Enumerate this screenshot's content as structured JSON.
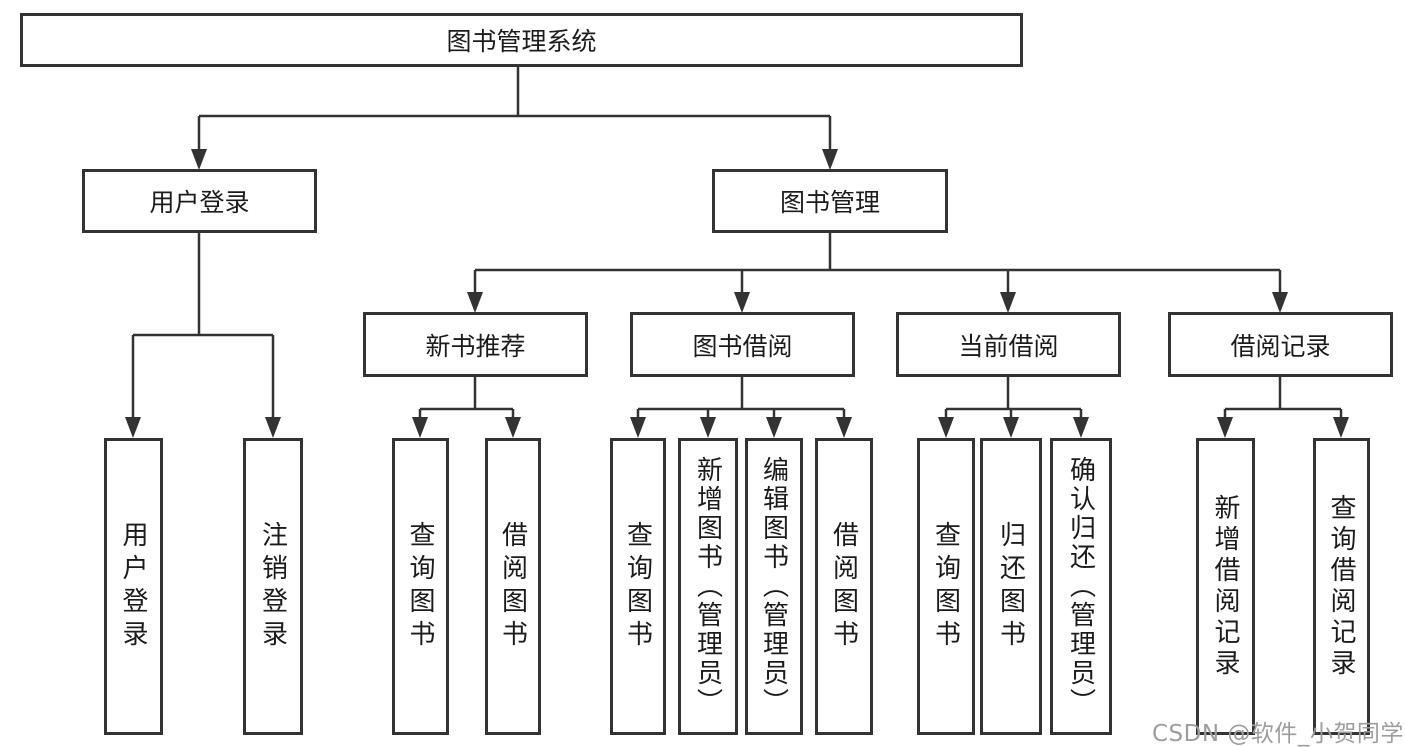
{
  "diagram_type": "tree-diagram",
  "colors": {
    "line": "#333333",
    "box_border": "#333333",
    "box_fill": "#ffffff",
    "text": "#1c1c1c",
    "watermark": "#9e9e9e"
  },
  "nodes": {
    "root": {
      "label": "图书管理系统"
    },
    "user_login": {
      "label": "用户登录"
    },
    "book_mgmt": {
      "label": "图书管理"
    },
    "new_book_rec": {
      "label": "新书推荐"
    },
    "book_borrow": {
      "label": "图书借阅"
    },
    "current_borrow": {
      "label": "当前借阅"
    },
    "borrow_record": {
      "label": "借阅记录"
    },
    "login_user": {
      "label": "用户登录"
    },
    "login_logout": {
      "label": "注销登录"
    },
    "rec_query_book": {
      "label": "查询图书"
    },
    "rec_borrow_book": {
      "label": "借阅图书"
    },
    "bb_query_book": {
      "label": "查询图书"
    },
    "bb_add_book": {
      "label": "新增图书（管理员）"
    },
    "bb_edit_book": {
      "label": "编辑图书（管理员）"
    },
    "bb_borrow_book": {
      "label": "借阅图书"
    },
    "cb_query_book": {
      "label": "查询图书"
    },
    "cb_return_book": {
      "label": "归还图书"
    },
    "cb_confirm_return": {
      "label": "确认归还（管理员）"
    },
    "br_add_record": {
      "label": "新增借阅记录"
    },
    "br_query_record": {
      "label": "查询借阅记录"
    }
  },
  "edges": [
    {
      "from": "root",
      "to": [
        "user_login",
        "book_mgmt"
      ]
    },
    {
      "from": "user_login",
      "to": [
        "login_user",
        "login_logout"
      ]
    },
    {
      "from": "book_mgmt",
      "to": [
        "new_book_rec",
        "book_borrow",
        "current_borrow",
        "borrow_record"
      ]
    },
    {
      "from": "new_book_rec",
      "to": [
        "rec_query_book",
        "rec_borrow_book"
      ]
    },
    {
      "from": "book_borrow",
      "to": [
        "bb_query_book",
        "bb_add_book",
        "bb_edit_book",
        "bb_borrow_book"
      ]
    },
    {
      "from": "current_borrow",
      "to": [
        "cb_query_book",
        "cb_return_book",
        "cb_confirm_return"
      ]
    },
    {
      "from": "borrow_record",
      "to": [
        "br_add_record",
        "br_query_record"
      ]
    }
  ],
  "watermark": {
    "text": "CSDN @软件_小贺同学"
  }
}
